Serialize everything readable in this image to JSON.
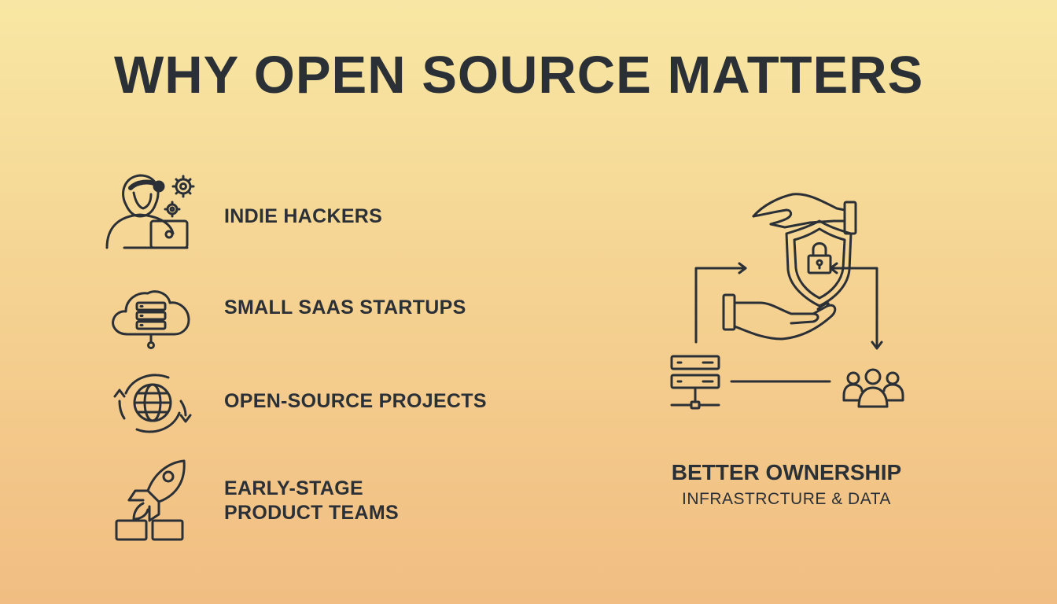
{
  "title": "WHY OPEN SOURCE MATTERS",
  "audiences": [
    {
      "label": "INDIE HACKERS",
      "icon": "developer-laptop-icon"
    },
    {
      "label": "SMALL SAAS STARTUPS",
      "icon": "cloud-server-icon"
    },
    {
      "label": "OPEN-SOURCE PROJECTS",
      "icon": "globe-cycle-icon"
    },
    {
      "label_line1": "EARLY-STAGE",
      "label_line2": "PRODUCT TEAMS",
      "icon": "rocket-icon"
    }
  ],
  "ownership": {
    "heading": "BETTER OWNERSHIP",
    "subheading": "INFRASTRCTURE & DATA",
    "icons": [
      "hands-shield-lock-icon",
      "server-stack-icon",
      "team-users-icon"
    ]
  },
  "colors": {
    "ink": "#2b3036",
    "bg_top": "#f8e7a4",
    "bg_bottom": "#f1bd82"
  }
}
